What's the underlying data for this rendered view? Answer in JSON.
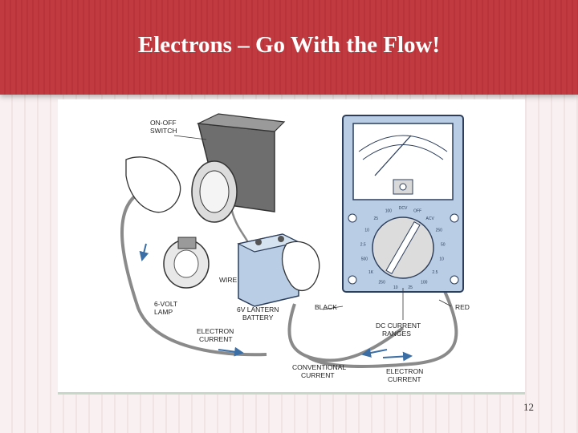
{
  "slide": {
    "title": "Electrons – Go With the Flow!",
    "page_number": "12"
  },
  "diagram": {
    "labels": {
      "on_off_switch_1": "ON-OFF",
      "on_off_switch_2": "SWITCH",
      "wire": "WIRE",
      "lamp_1": "6-VOLT",
      "lamp_2": "LAMP",
      "battery_1": "6V LANTERN",
      "battery_2": "BATTERY",
      "black": "BLACK",
      "red": "RED",
      "electron_current_left_1": "ELECTRON",
      "electron_current_left_2": "CURRENT",
      "dc_current_1": "DC CURRENT",
      "dc_current_2": "RANGES",
      "conventional_1": "CONVENTIONAL",
      "conventional_2": "CURRENT",
      "electron_current_right_1": "ELECTRON",
      "electron_current_right_2": "CURRENT"
    },
    "meter": {
      "dial_labels": [
        "DCV",
        "OFF",
        "ACV",
        "250",
        "50",
        "10",
        "2.5",
        "100",
        "25",
        "10",
        "250",
        "1K",
        "500",
        "2.5",
        "10",
        "25",
        "100"
      ]
    },
    "colors": {
      "meter_body": "#b9cde4",
      "meter_outline": "#2c3e5c",
      "battery": "#b9cde4",
      "wire": "#7f7f7f",
      "arrow": "#3a6ea5"
    }
  }
}
